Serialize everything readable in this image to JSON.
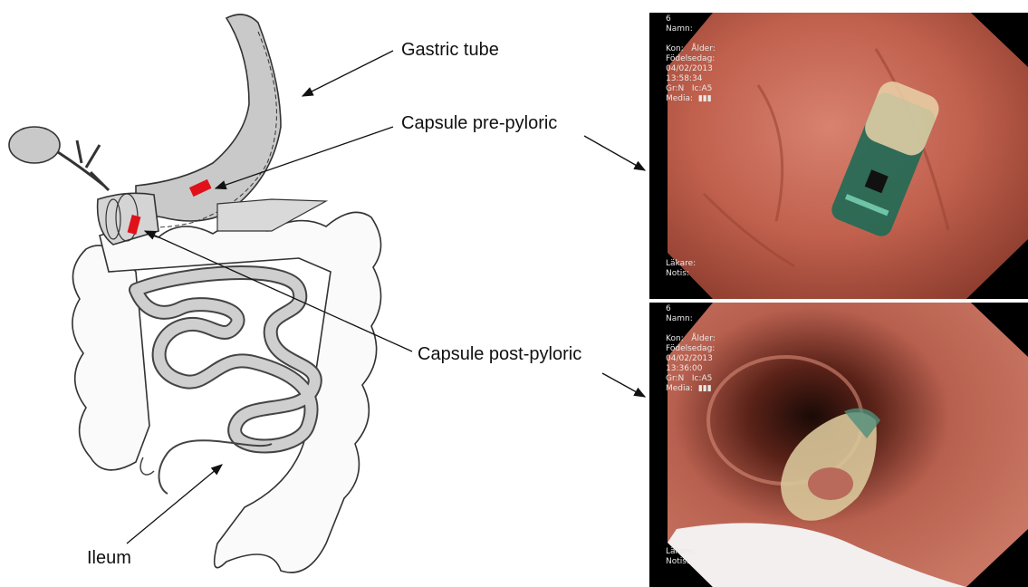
{
  "labels": {
    "gastric_tube": "Gastric tube",
    "capsule_pre_pyloric": "Capsule pre-pyloric",
    "capsule_post_pyloric": "Capsule post-pyloric",
    "ileum": "Ileum"
  },
  "endoscopy_top": {
    "id": "6",
    "name_label": "Namn:",
    "sex_label": "Kon:",
    "age_label": "Ålder:",
    "dob_label": "Födelsedag:",
    "date": "04/02/2013",
    "time": "13:58:34",
    "extra1": "Gr:N",
    "extra2": "Ic:A5",
    "media_label": "Media:",
    "media_value": "▮▮▮",
    "doctor_label": "Läkare:",
    "notes_label": "Notis:"
  },
  "endoscopy_bottom": {
    "id": "6",
    "name_label": "Namn:",
    "sex_label": "Kon:",
    "age_label": "Ålder:",
    "dob_label": "Födelsedag:",
    "date": "04/02/2013",
    "time": "13:36:00",
    "extra1": "Gr:N",
    "extra2": "Ic:A5",
    "media_label": "Media:",
    "media_value": "▮▮▮",
    "doctor_label": "Läkare:",
    "notes_label": "Notis:"
  },
  "colors": {
    "capsule": "#e0111a",
    "tissue": "#c8614e",
    "tube": "#c9c9c9"
  }
}
